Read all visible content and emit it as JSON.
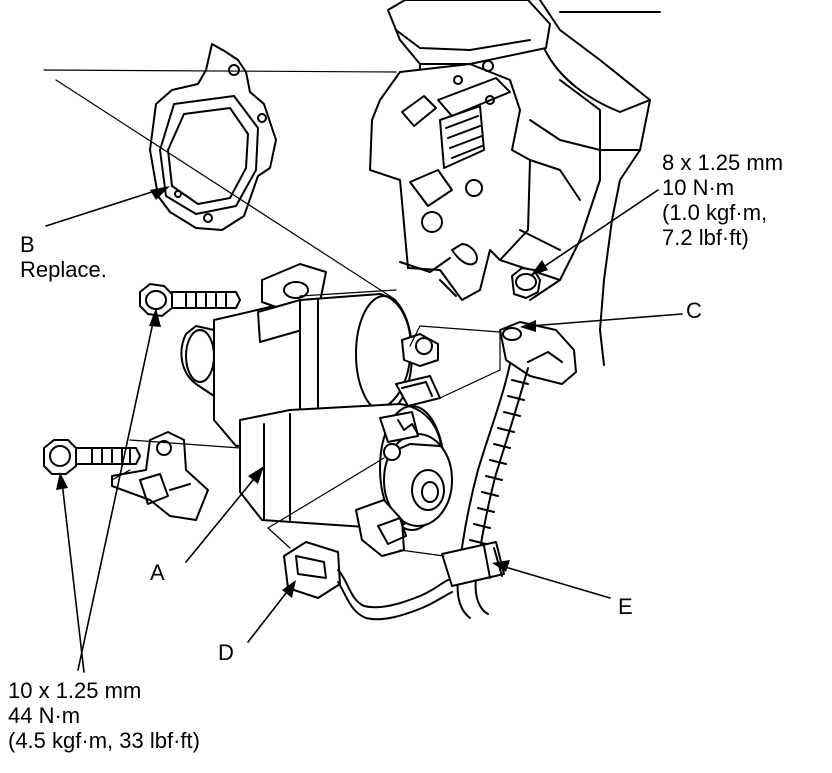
{
  "labels": {
    "a": "A",
    "b_letter": "B",
    "b_note": "Replace.",
    "c": "C",
    "d": "D",
    "e": "E"
  },
  "spec_nut": [
    "8 x 1.25 mm",
    "10 N·m",
    "(1.0 kgf·m,",
    "7.2 lbf·ft)"
  ],
  "spec_bolts": [
    "10 x 1.25 mm",
    "44 N·m",
    "(4.5 kgf·m, 33 lbf·ft)"
  ],
  "colors": {
    "ink": "#000000",
    "background": "#ffffff",
    "shade": "#d9d9d9"
  }
}
